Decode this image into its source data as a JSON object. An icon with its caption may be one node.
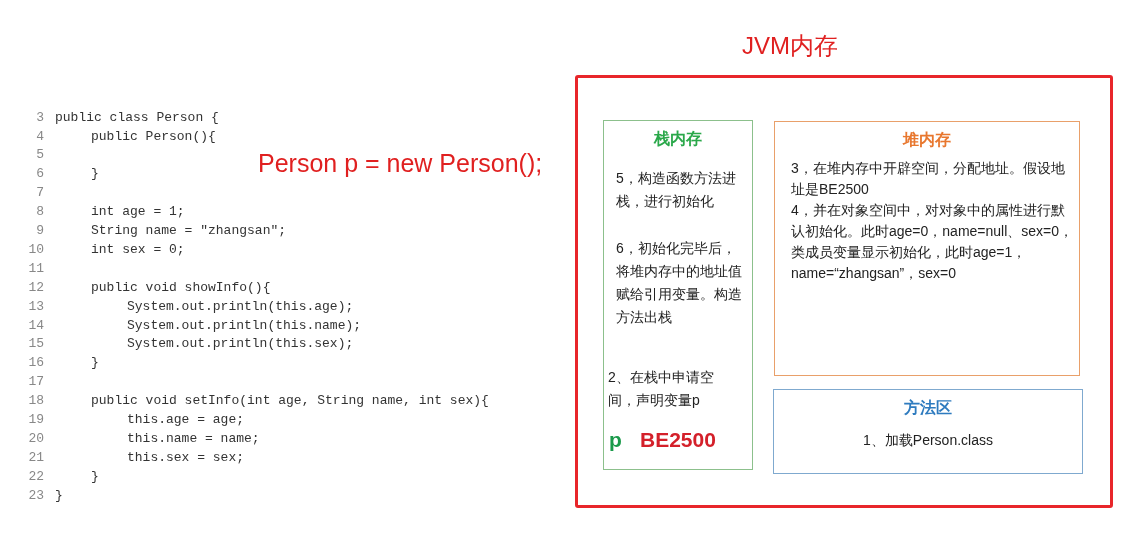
{
  "diagram": {
    "nodes": [
      {
        "text": [
          "JVM内存"
        ]
      },
      {
        "text": [
          "栈内存",
          "5，构造函数方法进栈，进行初始化",
          "6，初始化完毕后，将堆内存中的地址值赋给引用变量。构造方法出栈",
          "2、在栈中申请空间，声明变量p",
          "p",
          "BE2500"
        ],
        "in": 0
      },
      {
        "text": [
          "堆内存",
          "3，在堆内存中开辟空间，分配地址。假设地址是BE2500",
          "4，并在对象空间中，对对象中的属性进行默认初始化。此时age=0，name=null、sex=0，类成员变量显示初始化，此时age=1，name=“zhangsan”，sex=0"
        ],
        "in": 0
      },
      {
        "text": [
          "方法区",
          "1、加载Person.class"
        ],
        "in": 0
      }
    ],
    "labels": [
      "3",
      "public class Person {",
      "4",
      "public Person(){",
      "5",
      "6",
      "}",
      "7",
      "8",
      "int age = 1;",
      "9",
      "String name = \"zhangsan\";",
      "10",
      "int sex = 0;",
      "11",
      "12",
      "public void showInfo(){",
      "13",
      "System.out.println(this.age);",
      "14",
      "System.out.println(this.name);",
      "15",
      "System.out.println(this.sex);",
      "16",
      "}",
      "17",
      "18",
      "public void setInfo(int age, String name, int sex){",
      "19",
      "this.age = age;",
      "20",
      "this.name = name;",
      "21",
      "this.sex = sex;",
      "22",
      "}",
      "23",
      "}",
      "Person p = new Person();"
    ]
  }
}
